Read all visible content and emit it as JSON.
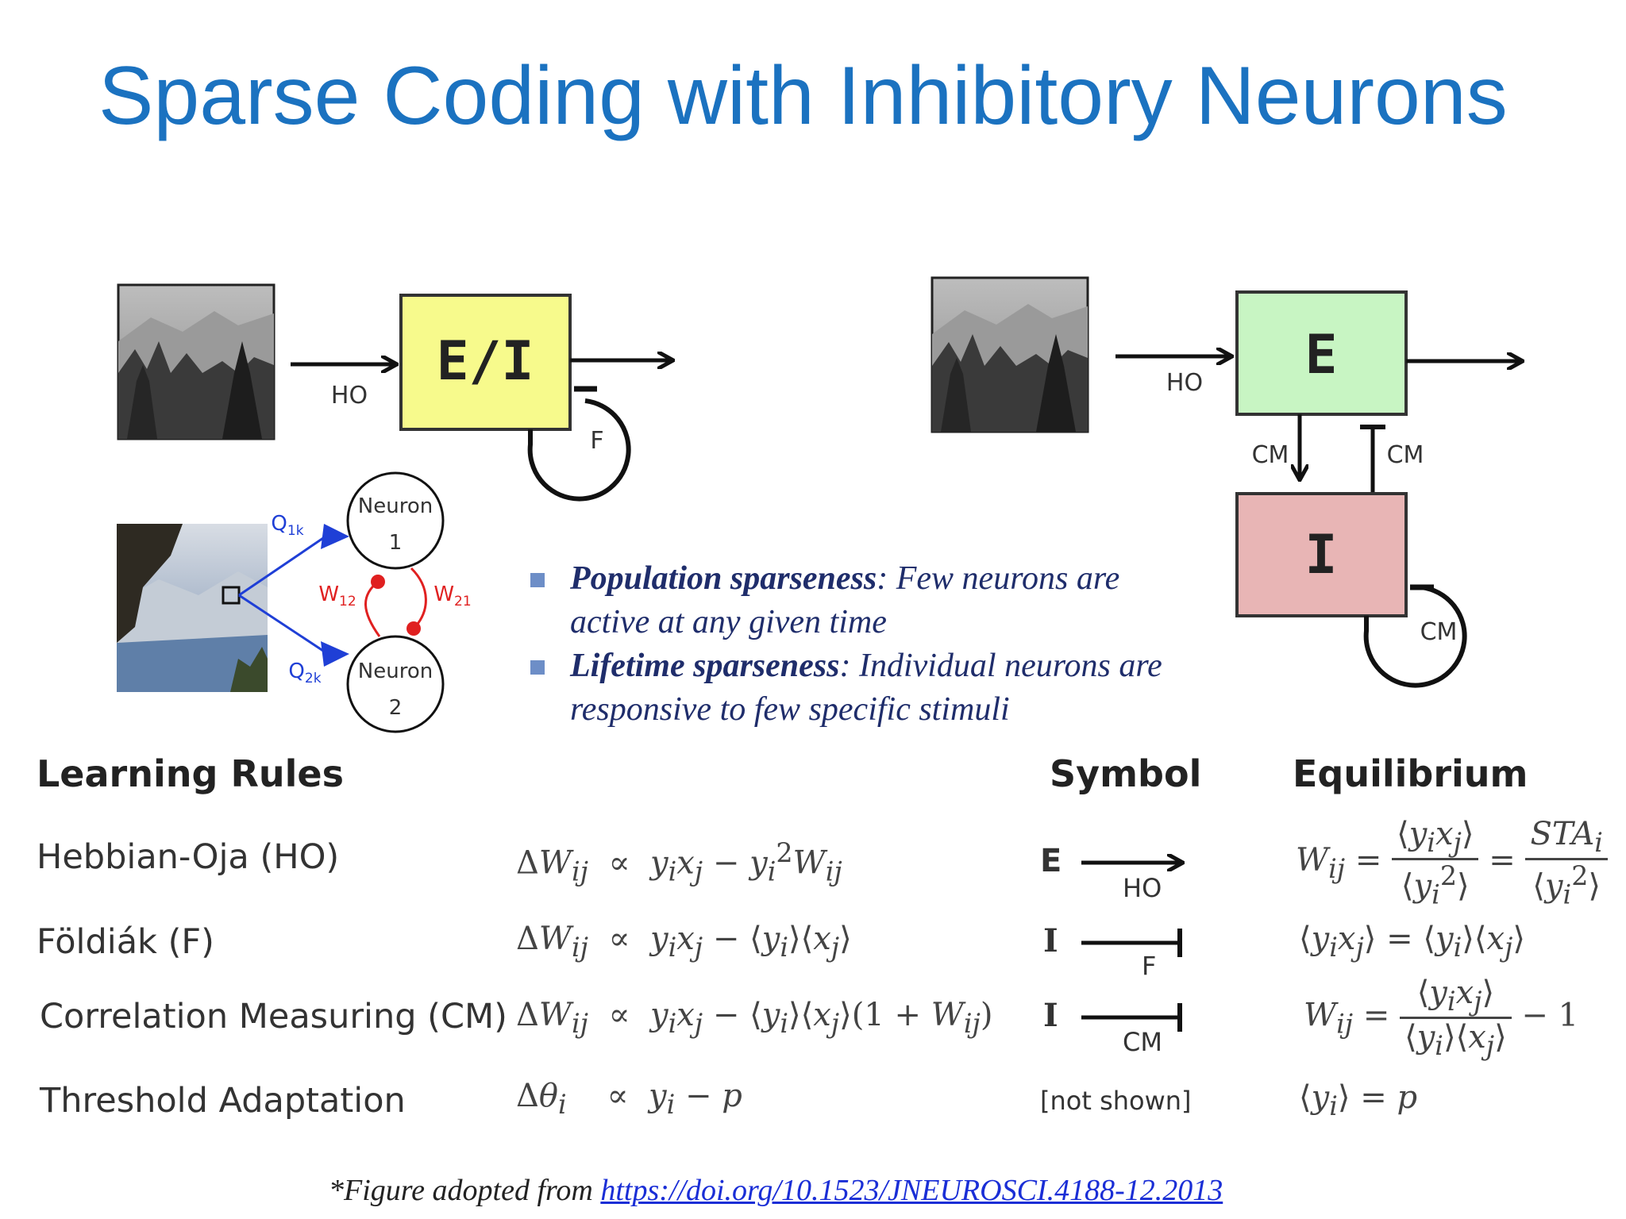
{
  "title": "Sparse Coding with Inhibitory Neurons",
  "diagram_left": {
    "box_label": "E/I",
    "box_color": "#f7fa8c",
    "input_arrow_label": "HO",
    "feedback_label": "F"
  },
  "diagram_right": {
    "e_box_label": "E",
    "e_box_color": "#c8f5c3",
    "i_box_label": "I",
    "i_box_color": "#e8b5b5",
    "input_arrow_label": "HO",
    "down_arrow_label": "CM",
    "up_inhib_label": "CM",
    "self_inhib_label": "CM"
  },
  "network": {
    "neuron1_line1": "Neuron",
    "neuron1_line2": "1",
    "neuron2_line1": "Neuron",
    "neuron2_line2": "2",
    "q1": "Q",
    "q1_sub": "1k",
    "q2": "Q",
    "q2_sub": "2k",
    "w12": "W",
    "w12_sub": "12",
    "w21": "W",
    "w21_sub": "21",
    "q_color": "#1f3fd6",
    "w_color": "#e02020"
  },
  "bullets": [
    {
      "term": "Population sparseness",
      "rest": ": Few neurons are active at any given time"
    },
    {
      "term": "Lifetime sparseness",
      "rest": ": Individual neurons are responsive to few specific stimuli"
    }
  ],
  "table": {
    "headers": {
      "rules": "Learning Rules",
      "symbol": "Symbol",
      "equilibrium": "Equilibrium"
    },
    "rows": [
      {
        "name": "Hebbian-Oja (HO)",
        "symbol_letter": "E",
        "symbol_label": "HO"
      },
      {
        "name": "Földiák (F)",
        "symbol_letter": "I",
        "symbol_label": "F"
      },
      {
        "name": "Correlation Measuring (CM)",
        "symbol_letter": "I",
        "symbol_label": "CM"
      },
      {
        "name": "Threshold Adaptation",
        "symbol_text": "[not shown]"
      }
    ]
  },
  "footnote": {
    "prefix": "*Figure adopted from ",
    "link": "https://doi.org/10.1523/JNEUROSCI.4188-12.2013"
  }
}
